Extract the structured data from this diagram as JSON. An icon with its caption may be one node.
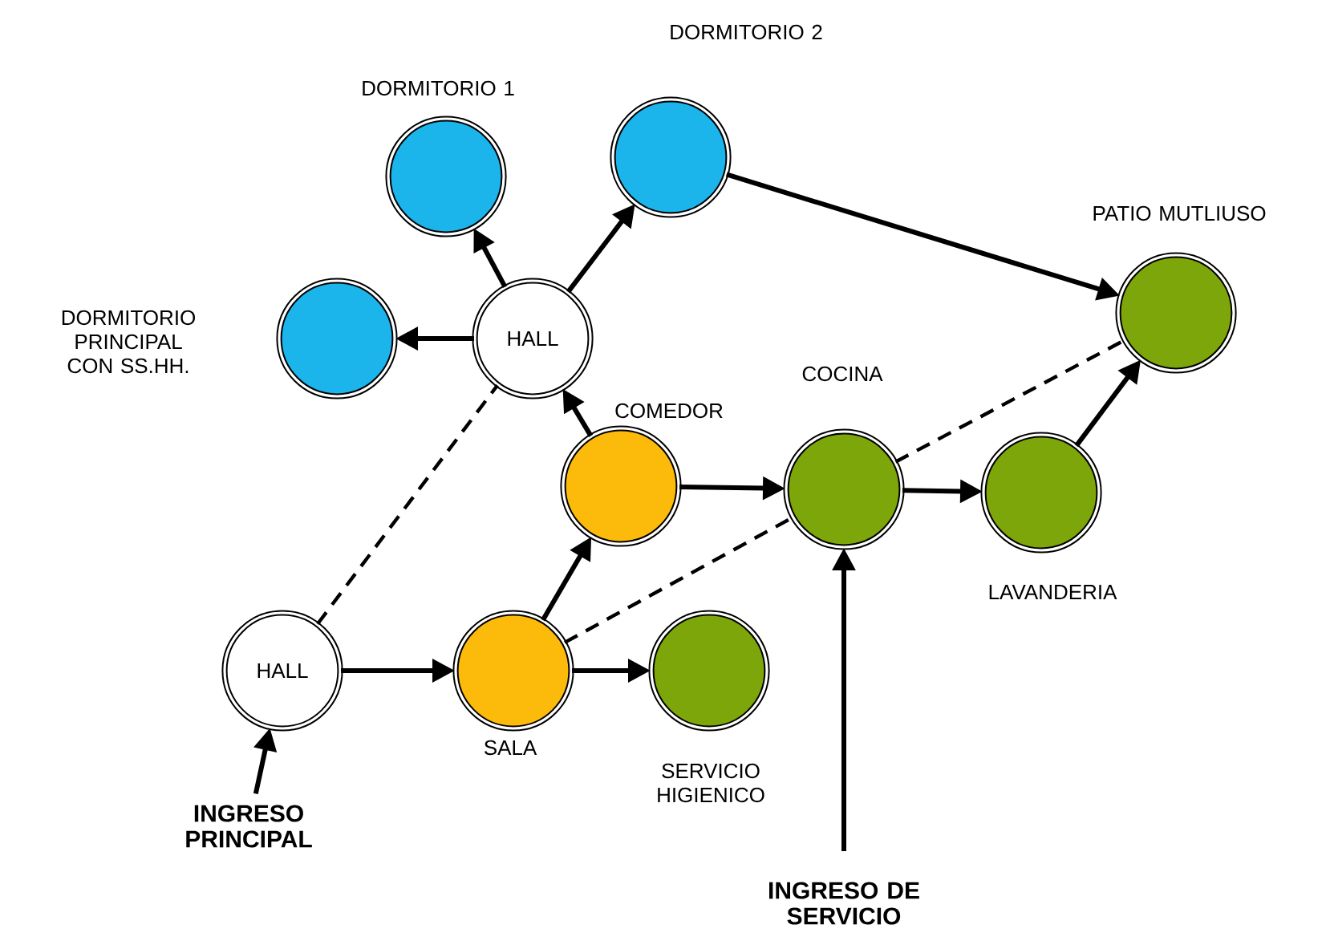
{
  "diagram": {
    "nodes": [
      {
        "text": [
          "DORMITORIO 2"
        ]
      },
      {
        "text": [
          "DORMITORIO 1"
        ]
      },
      {
        "text": [
          "DORMITORIO PRINCIPAL CON SS.HH."
        ]
      },
      {
        "text": [
          "HALL"
        ]
      },
      {
        "text": [
          "PATIO MUTLIUSO"
        ]
      },
      {
        "text": [
          "COMEDOR"
        ]
      },
      {
        "text": [
          "COCINA"
        ]
      },
      {
        "text": [
          "LAVANDERIA"
        ]
      },
      {
        "text": [
          "HALL"
        ]
      },
      {
        "text": [
          "SALA"
        ]
      },
      {
        "text": [
          "SERVICIO HIGIENICO"
        ]
      },
      {
        "text": [
          "INGRESO PRINCIPAL"
        ]
      },
      {
        "text": [
          "INGRESO DE SERVICIO"
        ]
      }
    ],
    "edges": [
      {
        "from": 3,
        "to": 2,
        "arrow": "to"
      },
      {
        "from": 3,
        "to": 1,
        "arrow": "to"
      },
      {
        "from": 3,
        "to": 0,
        "arrow": "to"
      },
      {
        "from": 0,
        "to": 4,
        "arrow": "to"
      },
      {
        "from": 5,
        "to": 3,
        "arrow": "to"
      },
      {
        "from": 8,
        "to": 3,
        "arrow": "none",
        "style": "dashed"
      },
      {
        "from": 8,
        "to": 9,
        "arrow": "to"
      },
      {
        "from": 9,
        "to": 5,
        "arrow": "to"
      },
      {
        "from": 9,
        "to": 10,
        "arrow": "to"
      },
      {
        "from": 9,
        "to": 6,
        "arrow": "none",
        "style": "dashed"
      },
      {
        "from": 6,
        "to": 4,
        "arrow": "none",
        "style": "dashed"
      },
      {
        "from": 5,
        "to": 6,
        "arrow": "to"
      },
      {
        "from": 6,
        "to": 7,
        "arrow": "to"
      },
      {
        "from": 7,
        "to": 4,
        "arrow": "to"
      },
      {
        "from": 11,
        "to": 8,
        "arrow": "to"
      },
      {
        "from": 12,
        "to": 6,
        "arrow": "to"
      }
    ]
  }
}
